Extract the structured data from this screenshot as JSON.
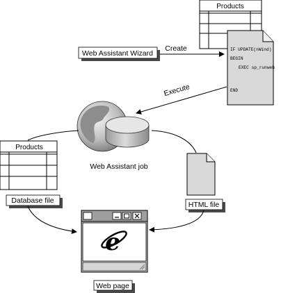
{
  "products_top": {
    "title": "Products"
  },
  "products_left": {
    "title": "Products"
  },
  "wizard": {
    "label": "Web Assistant Wizard"
  },
  "arrows": {
    "create": "Create",
    "execute": "Execute"
  },
  "script": {
    "lines": [
      "IF UPDATE(nWind)",
      "BEGIN",
      "EXEC sp_runweb",
      "END"
    ]
  },
  "job": {
    "label": "Web Assistant job"
  },
  "database_file": {
    "label": "Database file"
  },
  "html_file": {
    "label": "HTML file"
  },
  "web_page": {
    "label": "Web page"
  },
  "browser": {
    "logo_letter": "e"
  },
  "colors": {
    "shadow": "#4a4a4a",
    "gray_fill": "#c8c8c8",
    "page_fill": "#d9d9d9"
  }
}
